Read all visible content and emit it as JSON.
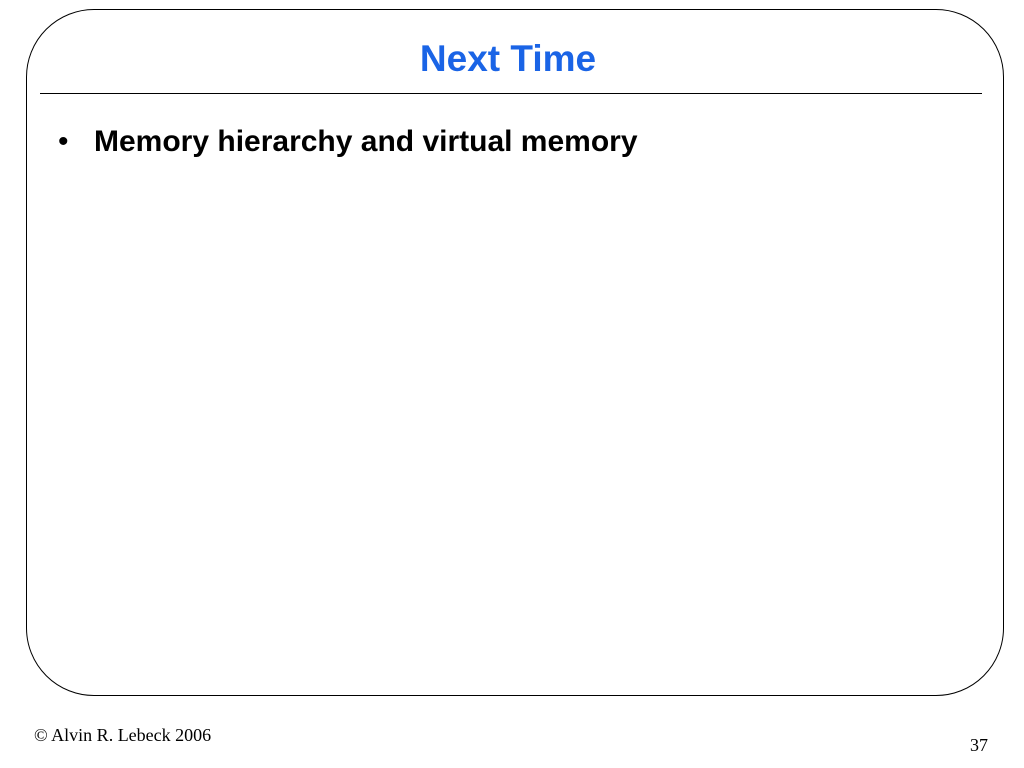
{
  "slide": {
    "title": "Next Time",
    "bullets": [
      {
        "marker": "•",
        "text": "Memory hierarchy and virtual memory"
      }
    ],
    "footer": {
      "copyright": "© Alvin R. Lebeck 2006",
      "page_number": "37"
    }
  },
  "colors": {
    "title": "#1a64e6",
    "text": "#000000",
    "background": "#ffffff"
  }
}
